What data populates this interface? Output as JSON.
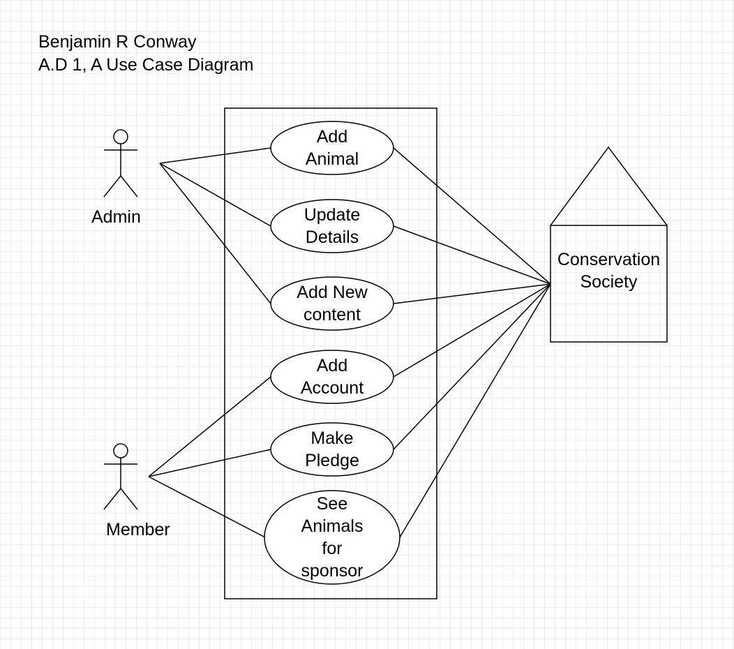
{
  "header": {
    "author": "Benjamin R Conway",
    "subtitle": "A.D 1, A Use Case Diagram"
  },
  "actors": {
    "admin": "Admin",
    "member": "Member"
  },
  "use_cases": [
    {
      "id": "add-animal",
      "lines": [
        "Add",
        "Animal"
      ]
    },
    {
      "id": "update-details",
      "lines": [
        "Update",
        "Details"
      ]
    },
    {
      "id": "add-new-content",
      "lines": [
        "Add New",
        "content"
      ]
    },
    {
      "id": "add-account",
      "lines": [
        "Add",
        "Account"
      ]
    },
    {
      "id": "make-pledge",
      "lines": [
        "Make",
        "Pledge"
      ]
    },
    {
      "id": "see-animals-for-sponsor",
      "lines": [
        "See",
        "Animals",
        "for",
        "sponsor"
      ]
    }
  ],
  "external_system": {
    "lines": [
      "Conservation",
      "Society"
    ]
  },
  "associations": [
    {
      "from": "admin",
      "to": "add-animal"
    },
    {
      "from": "admin",
      "to": "update-details"
    },
    {
      "from": "admin",
      "to": "add-new-content"
    },
    {
      "from": "member",
      "to": "add-account"
    },
    {
      "from": "member",
      "to": "make-pledge"
    },
    {
      "from": "member",
      "to": "see-animals-for-sponsor"
    },
    {
      "from": "add-animal",
      "to": "external"
    },
    {
      "from": "update-details",
      "to": "external"
    },
    {
      "from": "add-new-content",
      "to": "external"
    },
    {
      "from": "add-account",
      "to": "external"
    },
    {
      "from": "make-pledge",
      "to": "external"
    },
    {
      "from": "see-animals-for-sponsor",
      "to": "external"
    }
  ]
}
